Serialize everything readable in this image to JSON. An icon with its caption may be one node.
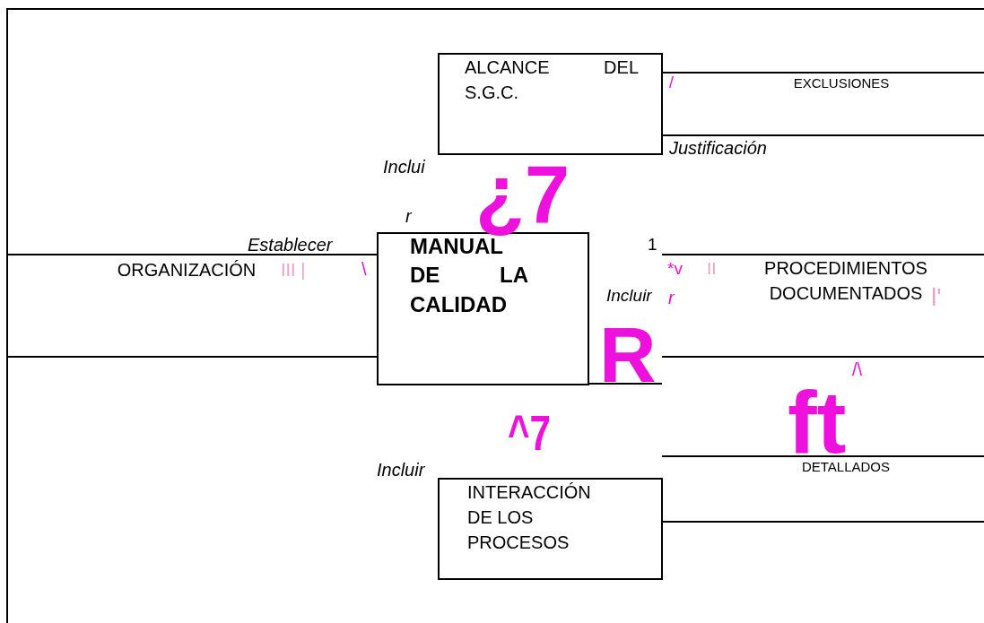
{
  "diagram": {
    "nodes": [
      {
        "text": [
          "ORGANIZACIÓN"
        ]
      },
      {
        "text": [
          "MANUAL DE LA CALIDAD"
        ]
      },
      {
        "text": [
          "ALCANCE DEL S.G.C."
        ]
      },
      {
        "text": [
          "EXCLUSIONES"
        ]
      },
      {
        "text": [
          "PROCEDIMIENTOS DOCUMENTADOS"
        ]
      },
      {
        "text": [
          "DETALLADOS"
        ]
      },
      {
        "text": [
          "INTERACCIÓN DE LOS PROCESOS"
        ]
      }
    ],
    "labels": [
      "/",
      "Justificación",
      "Inclui",
      "¿7",
      "r",
      "Establecer",
      "1",
      "III |",
      "\\",
      "*v",
      "II",
      "Incluir",
      "r",
      "l'",
      "R",
      "/\\",
      "^7",
      "ft",
      "Incluir"
    ]
  }
}
